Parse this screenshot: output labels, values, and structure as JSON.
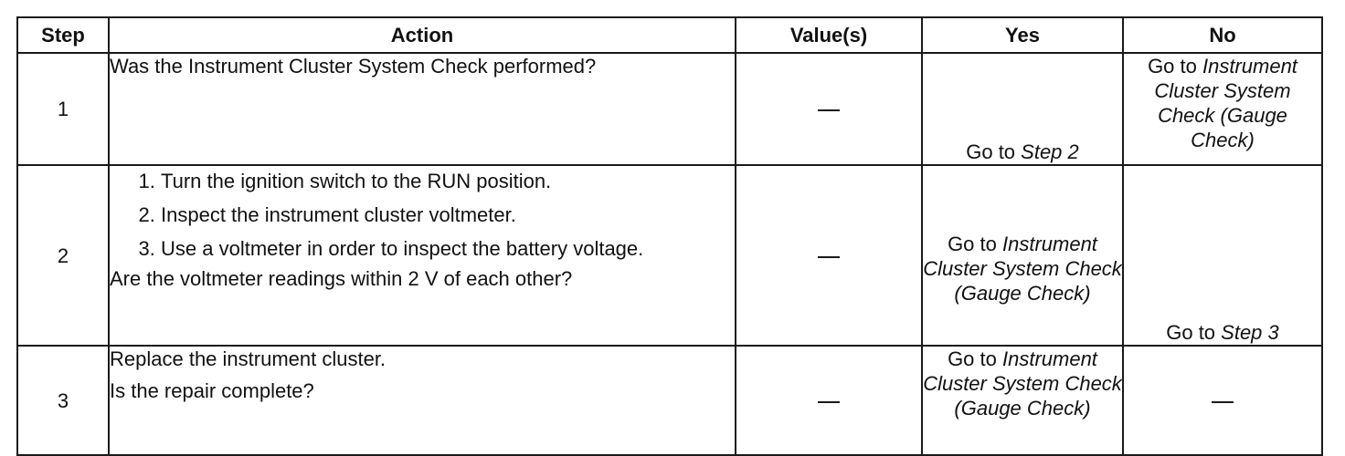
{
  "headers": {
    "step": "Step",
    "action": "Action",
    "values": "Value(s)",
    "yes": "Yes",
    "no": "No"
  },
  "rows": [
    {
      "step": "1",
      "action_lines": [
        "Was the Instrument Cluster System Check performed?"
      ],
      "value": "—",
      "yes": {
        "prefix": "Go to ",
        "target": "Step 2"
      },
      "no": {
        "prefix": "Go to ",
        "target": "Instrument Cluster System Check (Gauge Check)"
      }
    },
    {
      "step": "2",
      "action_steps": [
        "Turn the ignition switch to the RUN position.",
        "Inspect the instrument cluster voltmeter.",
        "Use a voltmeter in order to inspect the battery voltage."
      ],
      "action_question": "Are the voltmeter readings within 2 V of each other?",
      "value": "—",
      "yes": {
        "prefix": "Go to ",
        "target": "Instrument Cluster System Check (Gauge Check)"
      },
      "no": {
        "prefix": "Go to ",
        "target": "Step 3"
      }
    },
    {
      "step": "3",
      "action_lines": [
        "Replace the instrument cluster.",
        "Is the repair complete?"
      ],
      "value": "—",
      "yes": {
        "prefix": "Go to ",
        "target": "Instrument Cluster System Check (Gauge Check)"
      },
      "no": "—"
    }
  ]
}
